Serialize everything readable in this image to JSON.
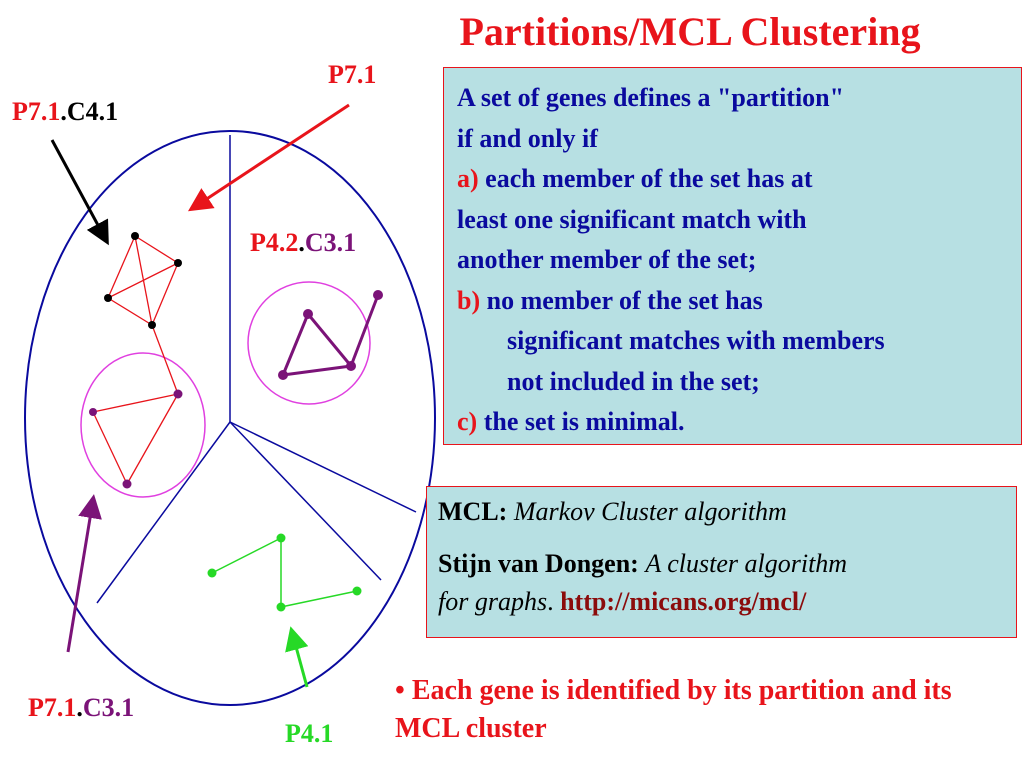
{
  "title": "Partitions/MCL Clustering",
  "colors": {
    "red": "#e8141b",
    "navy": "#0a0a9e",
    "purple": "#7b1378",
    "green": "#26d926",
    "magenta": "#e040e0",
    "box_bg": "#b7e0e3",
    "url": "#8b0c0c"
  },
  "labels": {
    "p71_top": "P7.1",
    "p71_c41": {
      "part": "P7.1",
      "sep": ".",
      "cluster": "C4.1"
    },
    "p42_c31": {
      "part": "P4.2",
      "sep": ".",
      "cluster": "C3.1"
    },
    "p71_c31": {
      "part": "P7.1",
      "sep": ".",
      "cluster": "C3.1"
    },
    "p41": "P4.1"
  },
  "definition": {
    "l1": "A set of genes defines a \"partition\"",
    "l2": "if and only if",
    "a_marker": "a)",
    "a1": " each member of the set  has at",
    "a2": "least one significant match with",
    "a3": " another member of the set;",
    "b_marker": "b)",
    "b1": " no member of the set has",
    "b2": "significant matches with members",
    "b3": "not included  in the set;",
    "c_marker": "c)",
    "c1": " the set is minimal."
  },
  "mcl": {
    "label": "MCL:",
    "name": "Markov Cluster algorithm",
    "author": "Stijn van Dongen:",
    "work_title": "A cluster algorithm",
    "work_title2": "for graphs",
    "period": ".",
    "url": "http://micans.org/mcl/"
  },
  "note": {
    "bullet": "•",
    "text": " Each gene is identified by its partition and its MCL cluster"
  }
}
